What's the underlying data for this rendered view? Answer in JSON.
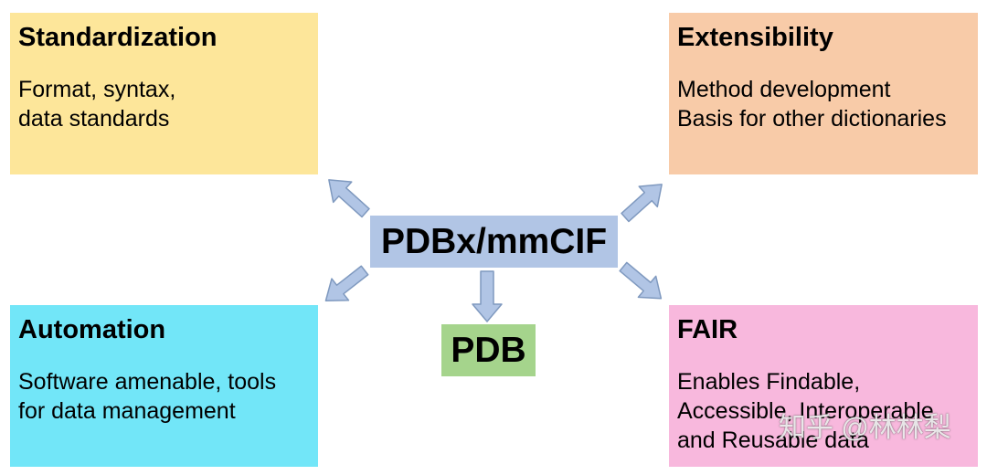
{
  "colors": {
    "standardization_bg": "#fde69a",
    "extensibility_bg": "#f8cba8",
    "automation_bg": "#72e6f8",
    "fair_bg": "#f8b8dd",
    "center_bg": "#b1c5e5",
    "pdb_bg": "#a5d48c",
    "arrow_fill": "#b1c5e5",
    "arrow_stroke": "#7f99bf"
  },
  "diagram": {
    "center": {
      "label": "PDBx/mmCIF"
    },
    "pdb": {
      "label": "PDB"
    },
    "boxes": {
      "standardization": {
        "title": "Standardization",
        "lines": [
          "Format, syntax,",
          "data standards"
        ]
      },
      "extensibility": {
        "title": "Extensibility",
        "lines": [
          "Method development",
          "Basis for other dictionaries"
        ]
      },
      "automation": {
        "title": "Automation",
        "lines": [
          "Software amenable, tools",
          "for data management"
        ]
      },
      "fair": {
        "title": "FAIR",
        "lines": [
          "Enables Findable,",
          "Accessible, Interoperable",
          "and Reusable data"
        ]
      }
    },
    "arrow_icon": "block-arrow-icon"
  },
  "watermark": {
    "text": "知乎 @林林梨"
  }
}
